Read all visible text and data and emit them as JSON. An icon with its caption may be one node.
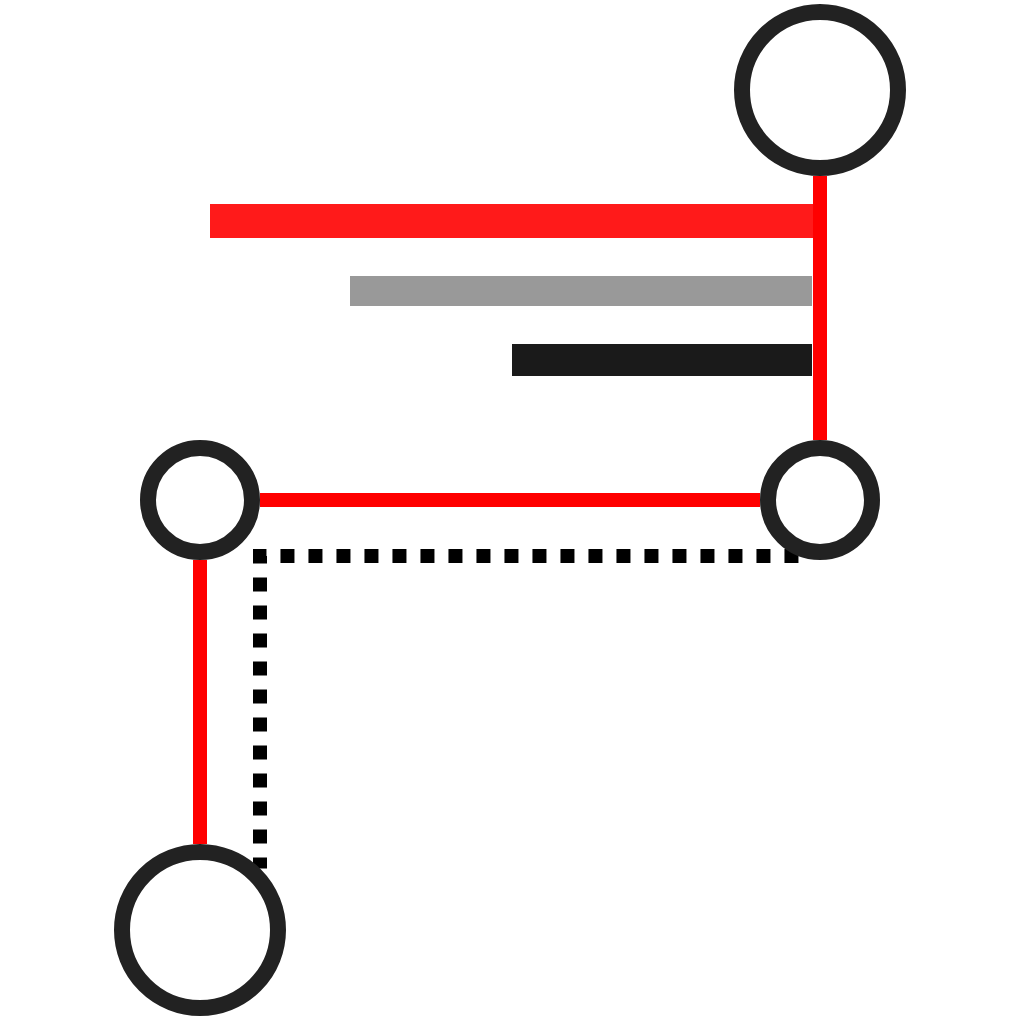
{
  "diagram": {
    "nodes": [
      {
        "text": [],
        "shape": "circle"
      },
      {
        "text": [],
        "shape": "circle"
      },
      {
        "text": [],
        "shape": "circle"
      },
      {
        "text": [],
        "shape": "circle"
      }
    ],
    "edges": [
      {
        "from": 0,
        "to": 2,
        "arrow": "none"
      },
      {
        "from": 2,
        "to": 1,
        "arrow": "none"
      },
      {
        "from": 1,
        "to": 3,
        "arrow": "none"
      },
      {
        "from": 2,
        "to": 3,
        "arrow": "none",
        "style": "dashed",
        "color": "#000000"
      }
    ]
  }
}
